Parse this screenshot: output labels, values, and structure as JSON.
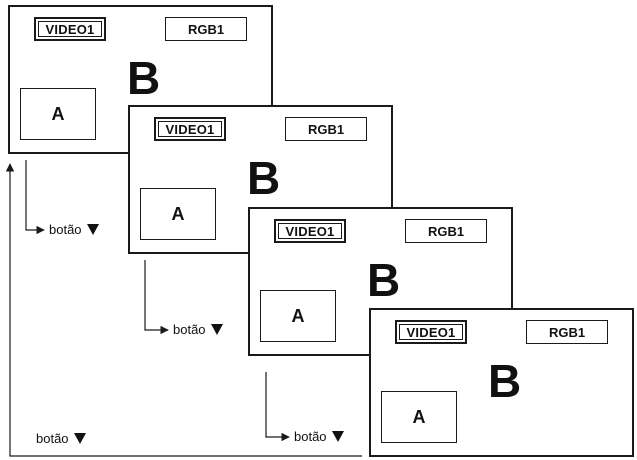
{
  "screens": [
    {
      "label_left": "VIDEO1",
      "label_right": "RGB1",
      "big_label": "B",
      "inset_label": "A"
    },
    {
      "label_left": "VIDEO1",
      "label_right": "RGB1",
      "big_label": "B",
      "inset_label": "A"
    },
    {
      "label_left": "VIDEO1",
      "label_right": "RGB1",
      "big_label": "B",
      "inset_label": "A"
    },
    {
      "label_left": "VIDEO1",
      "label_right": "RGB1",
      "big_label": "B",
      "inset_label": "A"
    }
  ],
  "steps": [
    {
      "label": "botão",
      "icon": "down-triangle-icon"
    },
    {
      "label": "botão",
      "icon": "down-triangle-icon"
    },
    {
      "label": "botão",
      "icon": "down-triangle-icon"
    },
    {
      "label": "botão",
      "icon": "down-triangle-icon"
    }
  ],
  "colors": {
    "line": "#1a1a1a",
    "background": "#ffffff"
  }
}
